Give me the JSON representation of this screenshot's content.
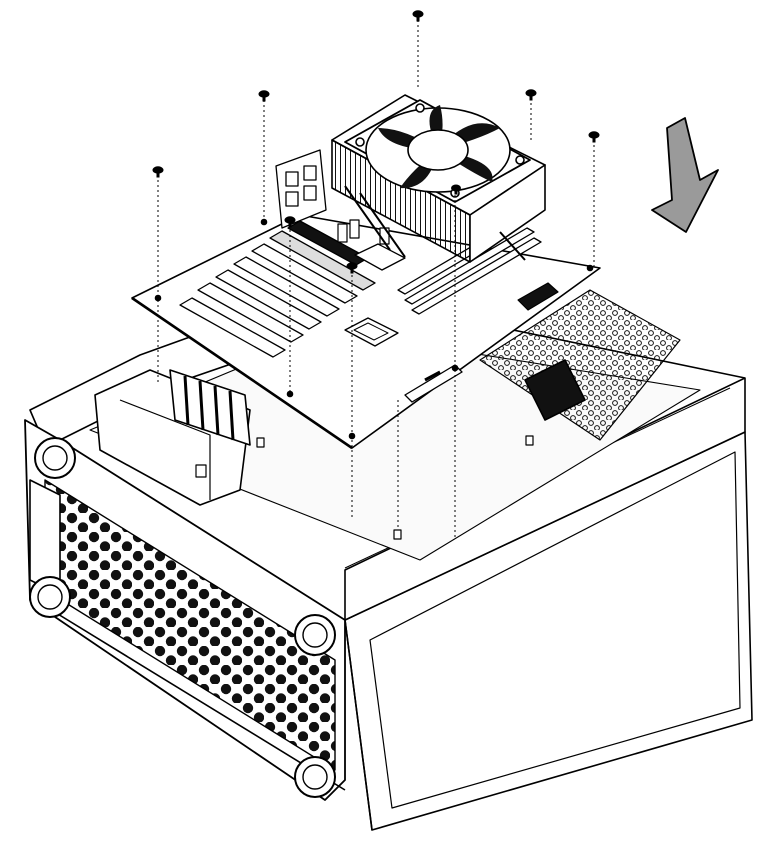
{
  "figure": {
    "subject": "pc-case-motherboard-installation",
    "style": "black-line-art",
    "colors": {
      "line": "#000000",
      "paper": "#ffffff",
      "arrow_fill": "#9a9a9a",
      "light_fill": "#f2f2f2",
      "dark_fill": "#1a1a1a"
    },
    "icons": {
      "direction": "arrow-down-icon",
      "fastener": "screw-icon",
      "standoff": "standoff-icon"
    },
    "screw_count": 7
  }
}
